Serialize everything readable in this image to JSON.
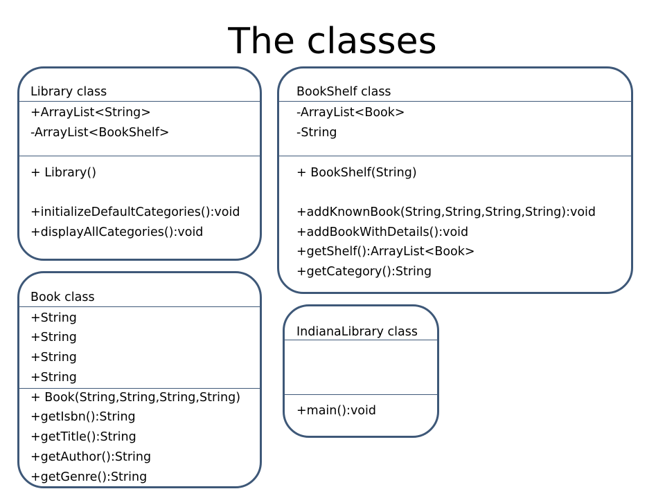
{
  "title": "The classes",
  "colors": {
    "box_border": "#3e5878",
    "text": "#000000"
  },
  "library": {
    "name": "Library class",
    "attributes": [
      "+ArrayList<String>",
      "-ArrayList<BookShelf>"
    ],
    "methods": [
      "+ Library()",
      "+initializeDefaultCategories():void",
      "+displayAllCategories():void"
    ]
  },
  "bookshelf": {
    "name": "BookShelf class",
    "attributes": [
      "-ArrayList<Book>",
      "-String"
    ],
    "methods": [
      "+ BookShelf(String)",
      "+addKnownBook(String,String,String,String):void",
      "+addBookWithDetails():void",
      "+getShelf():ArrayList<Book>",
      "+getCategory():String"
    ]
  },
  "book": {
    "name": "Book class",
    "attributes": [
      "+String",
      "+String",
      "+String",
      "+String"
    ],
    "methods": [
      "+ Book(String,String,String,String)",
      "+getIsbn():String",
      "+getTitle():String",
      "+getAuthor():String",
      "+getGenre():String"
    ]
  },
  "indiana": {
    "name": "IndianaLibrary class",
    "attributes": [],
    "methods": [
      "+main():void"
    ]
  }
}
